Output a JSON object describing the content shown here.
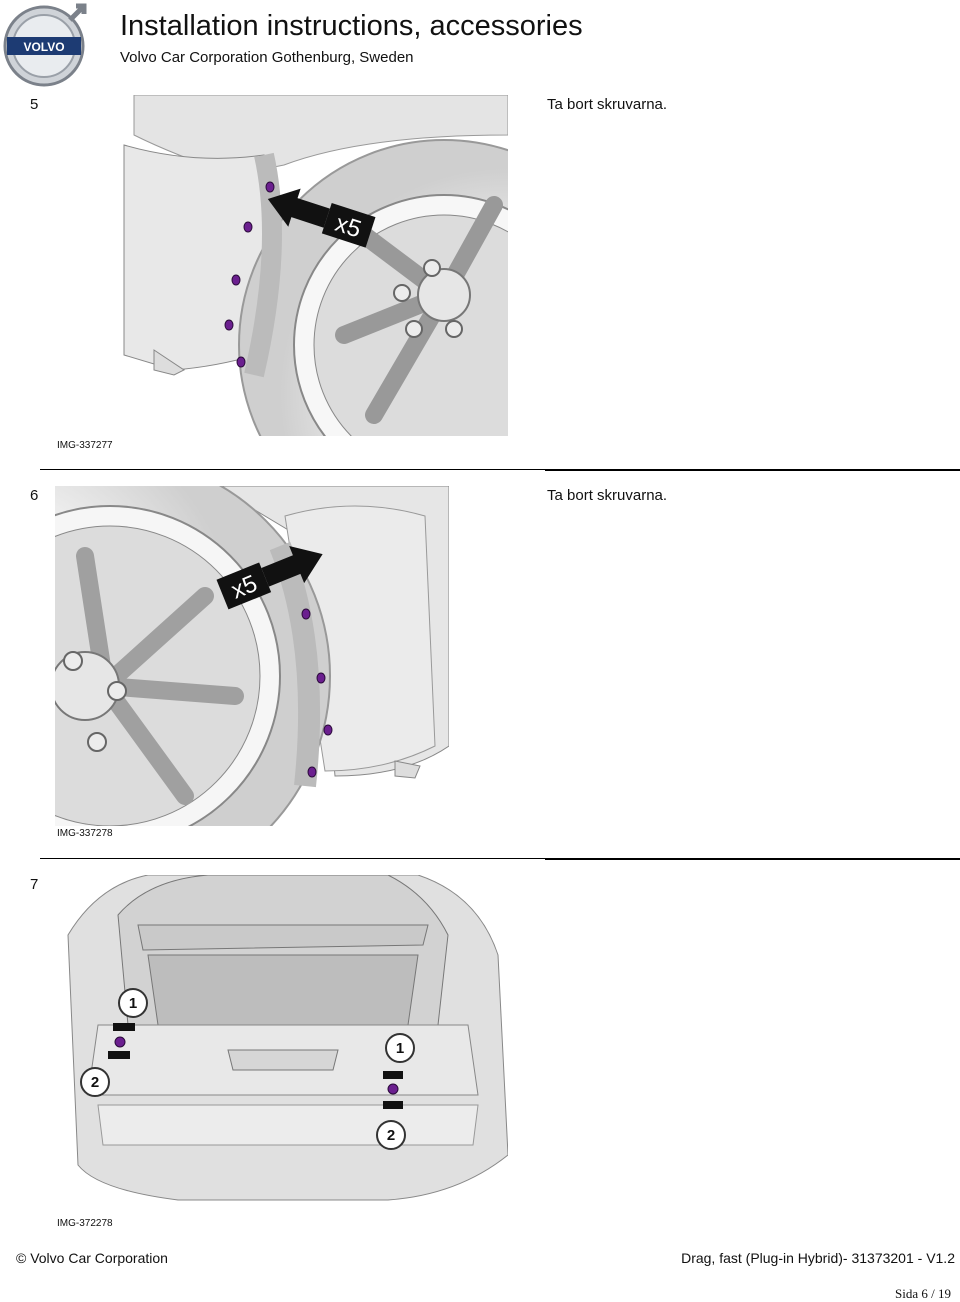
{
  "header": {
    "title": "Installation instructions, accessories",
    "subtitle": "Volvo Car Corporation Gothenburg, Sweden",
    "logo_text": "VOLVO"
  },
  "steps": [
    {
      "number": "5",
      "text": "Ta bort skruvarna.",
      "image_id": "IMG-337277",
      "badge": "x5"
    },
    {
      "number": "6",
      "text": "Ta bort skruvarna.",
      "image_id": "IMG-337278",
      "badge": "x5"
    },
    {
      "number": "7",
      "text": "",
      "image_id": "IMG-372278",
      "callouts": [
        "1",
        "2",
        "1",
        "2"
      ]
    }
  ],
  "footer": {
    "copyright": "© Volvo Car Corporation",
    "document": "Drag, fast (Plug-in Hybrid)- 31373201 - V1.2",
    "page": "Sida 6 / 19"
  },
  "colors": {
    "screw": "#6b1f8f",
    "badge": "#111111",
    "rule": "#000000"
  }
}
